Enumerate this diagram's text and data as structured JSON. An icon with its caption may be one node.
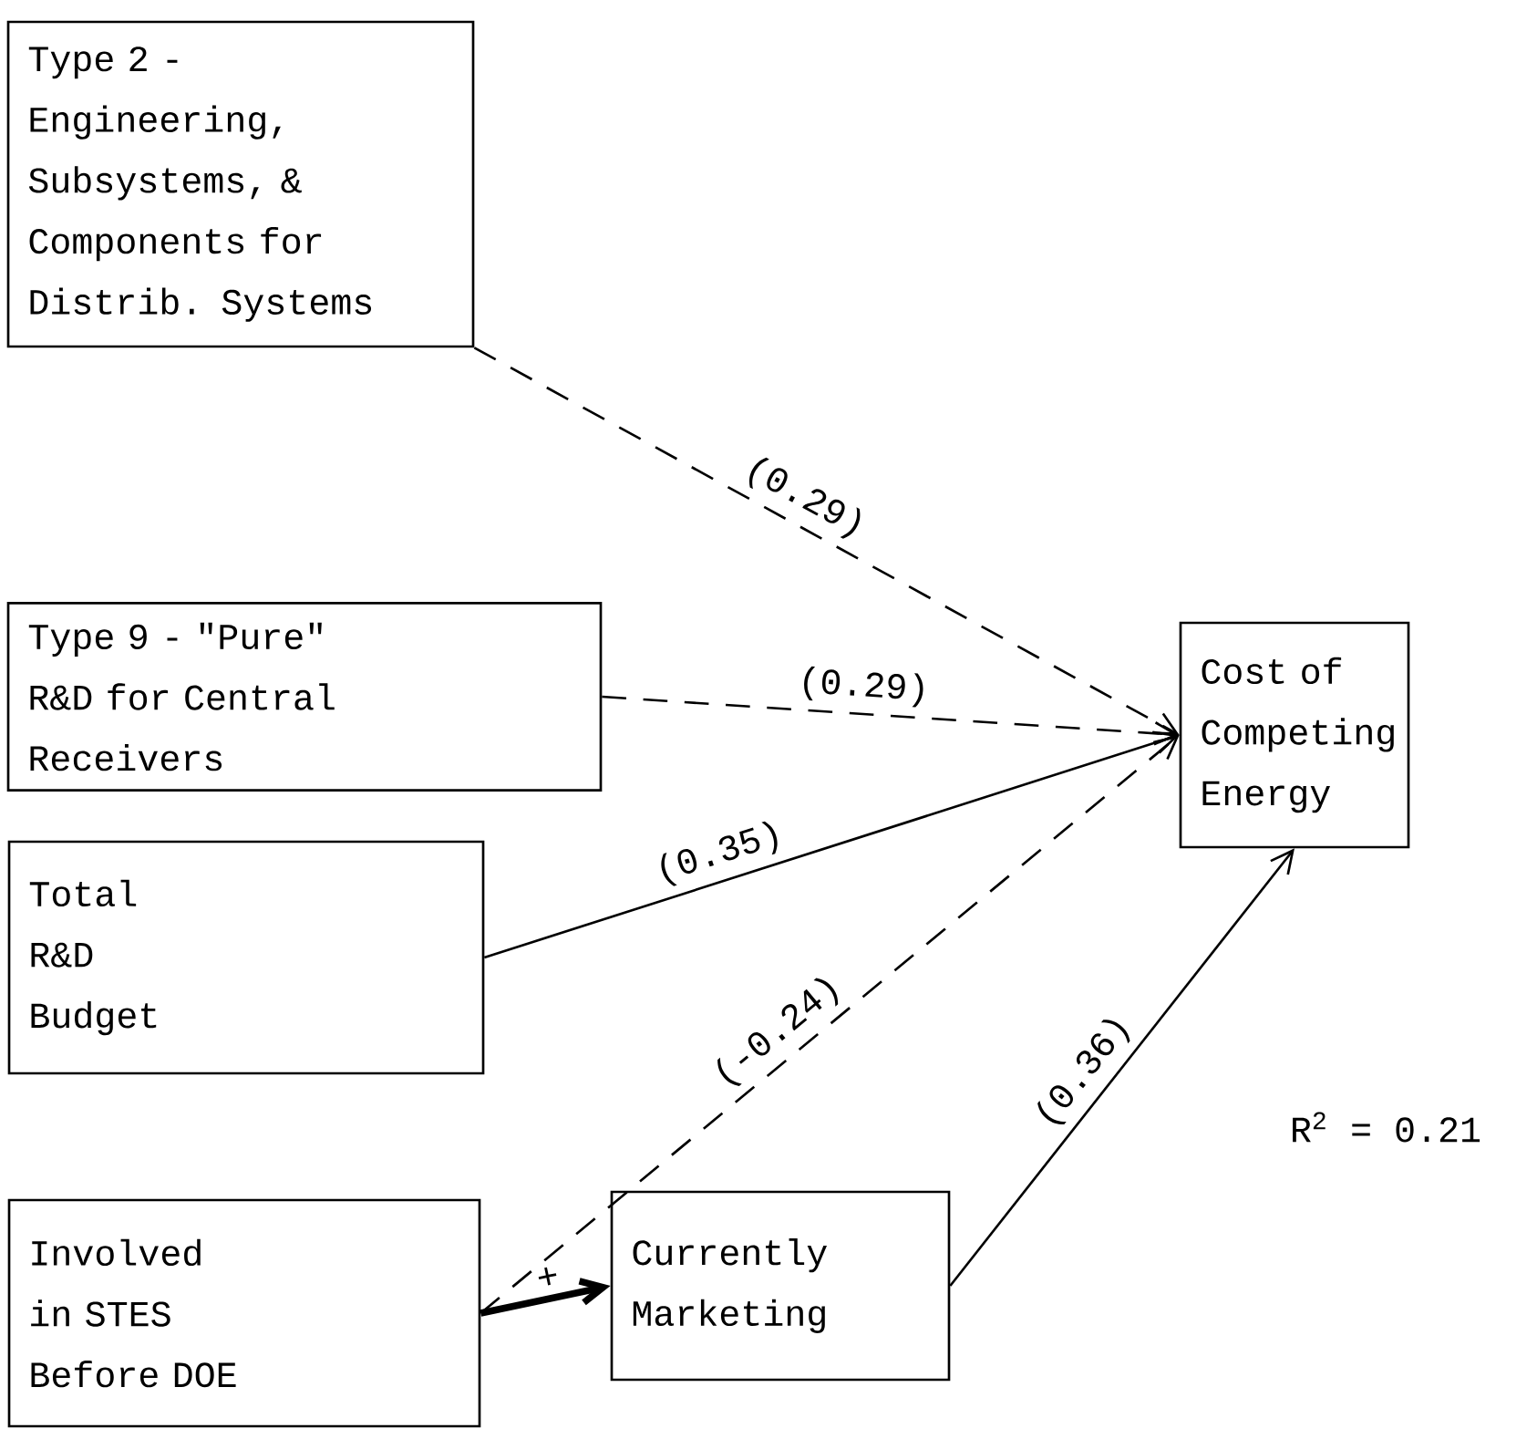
{
  "diagram": {
    "nodes": [
      {
        "text": [
          "Type 2 - Engineering, Subsystems, & Components for Distrib. Systems"
        ]
      },
      {
        "text": [
          "Type 9 - \"Pure\" R&D for Central Receivers"
        ]
      },
      {
        "text": [
          "Total R&D Budget"
        ]
      },
      {
        "text": [
          "Involved in STES Before DOE"
        ]
      },
      {
        "text": [
          "Currently Marketing"
        ]
      },
      {
        "text": [
          "Cost of Competing Energy"
        ]
      }
    ],
    "edges": [
      {
        "from": 0,
        "to": 5,
        "arrow": "to",
        "label": "(0.29)",
        "style": "dashed"
      },
      {
        "from": 1,
        "to": 5,
        "arrow": "to",
        "label": "(0.29)",
        "style": "dashed"
      },
      {
        "from": 2,
        "to": 5,
        "arrow": "to",
        "label": "(0.35)"
      },
      {
        "from": 3,
        "to": 5,
        "arrow": "to",
        "label": "(-0.24)",
        "style": "dashed"
      },
      {
        "from": 3,
        "to": 4,
        "arrow": "to",
        "label": "+",
        "style": "thick"
      },
      {
        "from": 4,
        "to": 5,
        "arrow": "to",
        "label": "(0.36)"
      }
    ],
    "labels": [
      "R$^{2}$ = 0.21"
    ]
  }
}
